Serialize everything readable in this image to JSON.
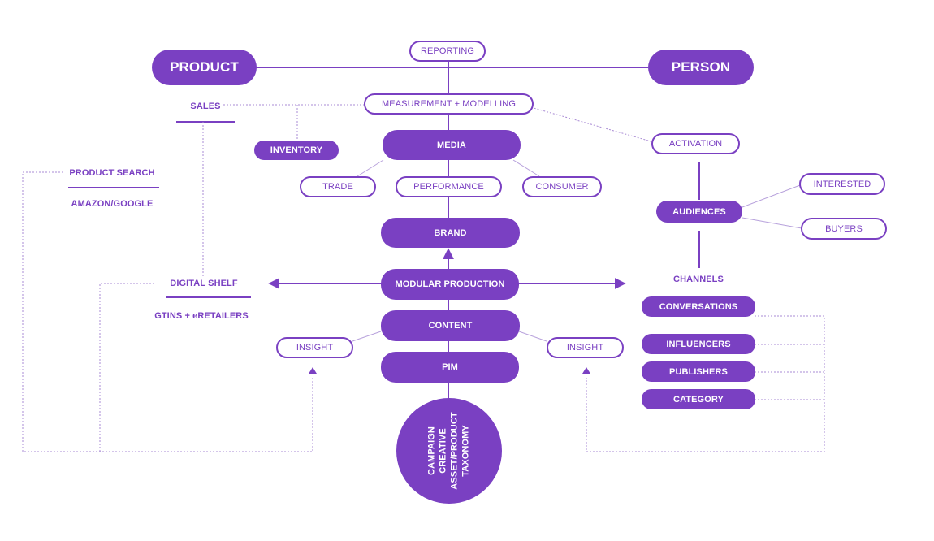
{
  "colors": {
    "accent": "#7a40c2",
    "line_dotted": "#a98bd4"
  },
  "nodes": {
    "product": "PRODUCT",
    "person": "PERSON",
    "reporting": "REPORTING",
    "measurement": "MEASUREMENT + MODELLING",
    "sales": "SALES",
    "inventory": "INVENTORY",
    "media": "MEDIA",
    "trade": "TRADE",
    "performance": "PERFORMANCE",
    "consumer": "CONSUMER",
    "activation": "ACTIVATION",
    "interested": "INTERESTED",
    "audiences": "AUDIENCES",
    "buyers": "BUYERS",
    "product_search": "PRODUCT SEARCH",
    "amazon_google": "AMAZON/GOOGLE",
    "brand": "BRAND",
    "digital_shelf": "DIGITAL SHELF",
    "gtins": "GTINS + eRETAILERS",
    "modular_production": "MODULAR PRODUCTION",
    "channels": "CHANNELS",
    "conversations": "CONVERSATIONS",
    "content": "CONTENT",
    "insight_left": "INSIGHT",
    "insight_right": "INSIGHT",
    "influencers": "INFLUENCERS",
    "pim": "PIM",
    "publishers": "PUBLISHERS",
    "category": "CATEGORY"
  },
  "circle_lines": [
    "CAMPAIGN",
    "CREATIVE",
    "ASSET/PRODUCT",
    "TAXONOMY"
  ]
}
